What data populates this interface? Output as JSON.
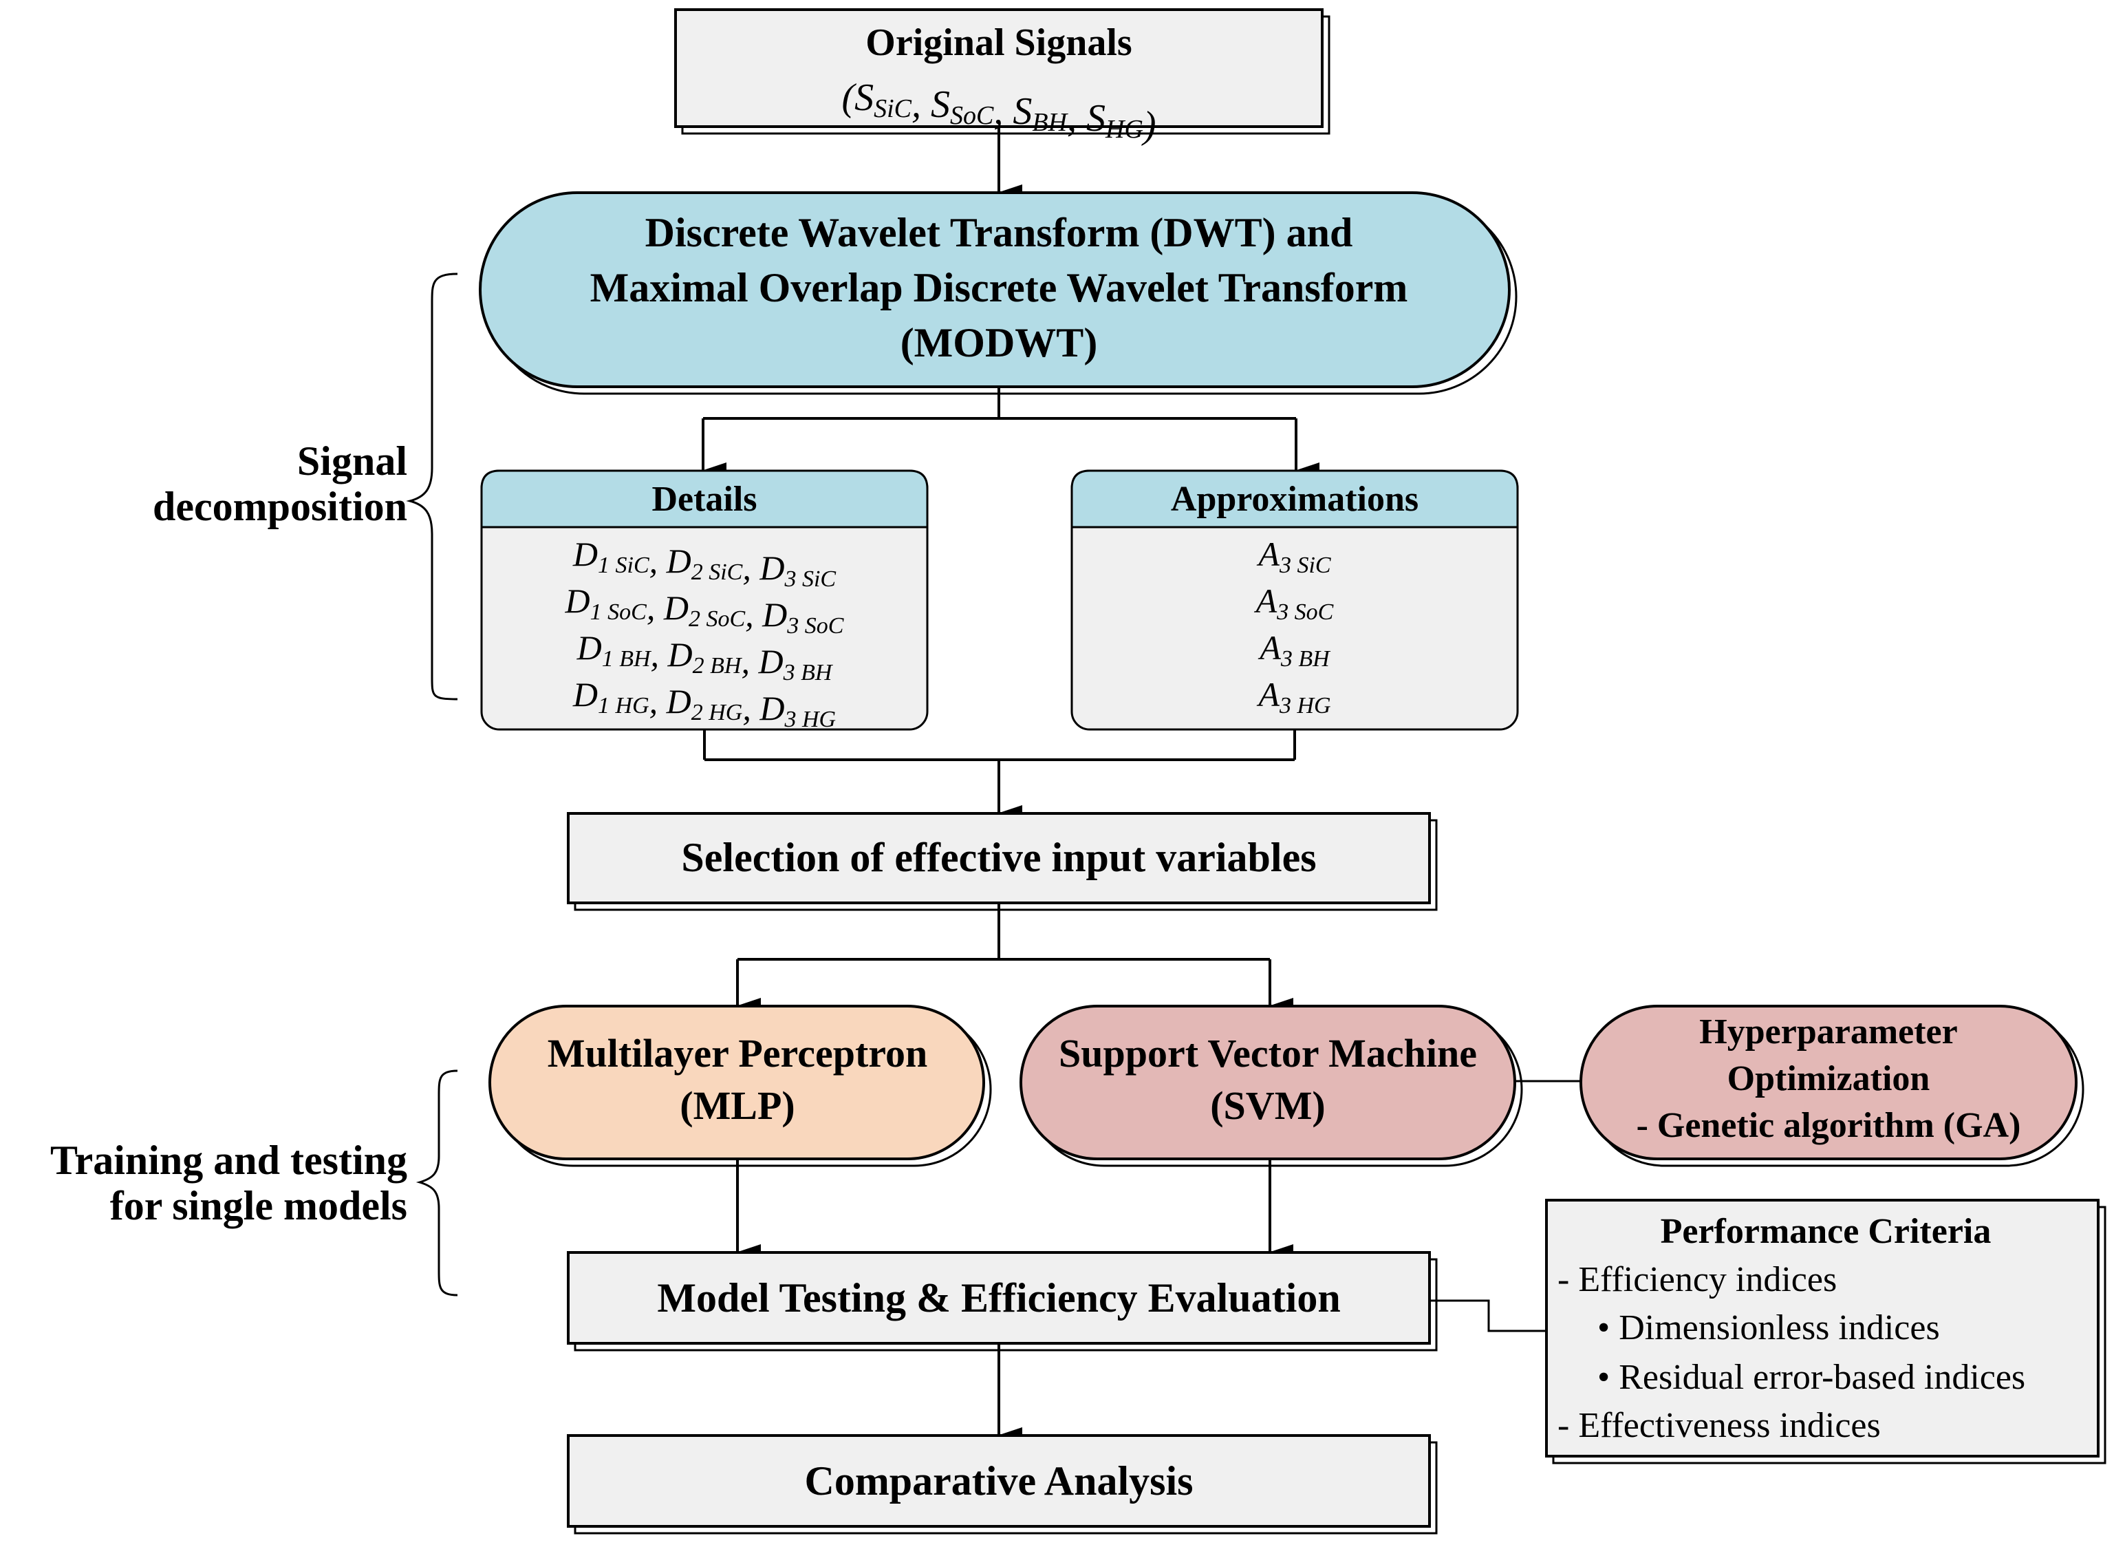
{
  "colors": {
    "box_fill": "#f0f0f0",
    "dwt_fill": "#b3dce6",
    "header_fill": "#b3dce6",
    "mlp_fill": "#f9d7bd",
    "svm_fill": "#e3b8b6",
    "stroke": "#000000"
  },
  "original": {
    "title": "Original Signals",
    "open": "(",
    "close": ")",
    "symbols": [
      {
        "base": "S",
        "sub": "SiC"
      },
      {
        "base": "S",
        "sub": "SoC"
      },
      {
        "base": "S",
        "sub": "BH"
      },
      {
        "base": "S",
        "sub": "HG"
      }
    ]
  },
  "dwt": {
    "lines": [
      "Discrete Wavelet Transform (DWT) and",
      "Maximal Overlap Discrete Wavelet Transform",
      "(MODWT)"
    ]
  },
  "signal_decomposition": {
    "lines": [
      "Signal",
      "decomposition"
    ]
  },
  "details": {
    "title": "Details",
    "rows": [
      [
        {
          "base": "D",
          "sub": "1 SiC"
        },
        {
          "base": "D",
          "sub": "2 SiC"
        },
        {
          "base": "D",
          "sub": "3 SiC"
        }
      ],
      [
        {
          "base": "D",
          "sub": "1 SoC"
        },
        {
          "base": "D",
          "sub": "2 SoC"
        },
        {
          "base": "D",
          "sub": "3 SoC"
        }
      ],
      [
        {
          "base": "D",
          "sub": "1 BH"
        },
        {
          "base": "D",
          "sub": "2 BH"
        },
        {
          "base": "D",
          "sub": "3 BH"
        }
      ],
      [
        {
          "base": "D",
          "sub": "1 HG"
        },
        {
          "base": "D",
          "sub": "2 HG"
        },
        {
          "base": "D",
          "sub": "3 HG"
        }
      ]
    ]
  },
  "approximations": {
    "title": "Approximations",
    "rows": [
      [
        {
          "base": "A",
          "sub": "3 SiC"
        }
      ],
      [
        {
          "base": "A",
          "sub": "3 SoC"
        }
      ],
      [
        {
          "base": "A",
          "sub": "3 BH"
        }
      ],
      [
        {
          "base": "A",
          "sub": "3 HG"
        }
      ]
    ]
  },
  "selection": {
    "label": "Selection of effective input variables"
  },
  "training": {
    "lines": [
      "Training and testing",
      "for single models"
    ]
  },
  "mlp": {
    "lines": [
      "Multilayer Perceptron",
      "(MLP)"
    ]
  },
  "svm": {
    "lines": [
      "Support Vector Machine",
      "(SVM)"
    ]
  },
  "hyper": {
    "lines": [
      "Hyperparameter",
      "Optimization",
      "- Genetic algorithm (GA)"
    ]
  },
  "model_testing": {
    "label": "Model Testing & Efficiency Evaluation"
  },
  "performance": {
    "title": "Performance Criteria",
    "items": [
      "- Efficiency indices",
      "• Dimensionless indices",
      "• Residual error-based indices",
      "- Effectiveness indices"
    ]
  },
  "comparative": {
    "label": "Comparative Analysis"
  }
}
